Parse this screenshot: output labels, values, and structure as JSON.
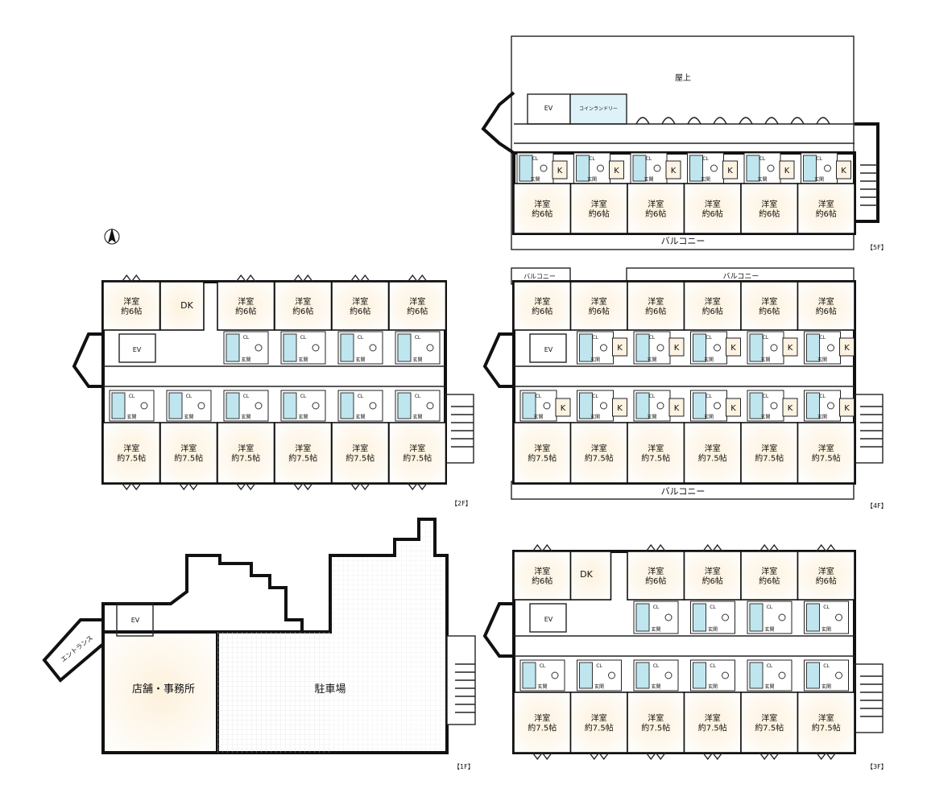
{
  "floors": [
    {
      "tag": "【1F】",
      "rooms": [
        "店舗・事務所",
        "駐車場",
        "エントランス",
        "EV"
      ]
    },
    {
      "tag": "【2F】",
      "common": [
        "EV",
        "DK",
        "CL"
      ]
    },
    {
      "tag": "【3F】",
      "common": [
        "EV",
        "DK",
        "CL"
      ]
    },
    {
      "tag": "【4F】",
      "common": [
        "EV",
        "バルコニー",
        "バルコニー",
        "バルコニー"
      ]
    },
    {
      "tag": "【5F】",
      "common": [
        "屋上",
        "EV",
        "コインランドリー",
        "バルコニー"
      ]
    }
  ],
  "room_labels": {
    "type": "洋室",
    "size_6": "約6帖",
    "size_75": "約7.5帖",
    "kitchen": "K",
    "closet": "CL",
    "entry": "玄関"
  }
}
